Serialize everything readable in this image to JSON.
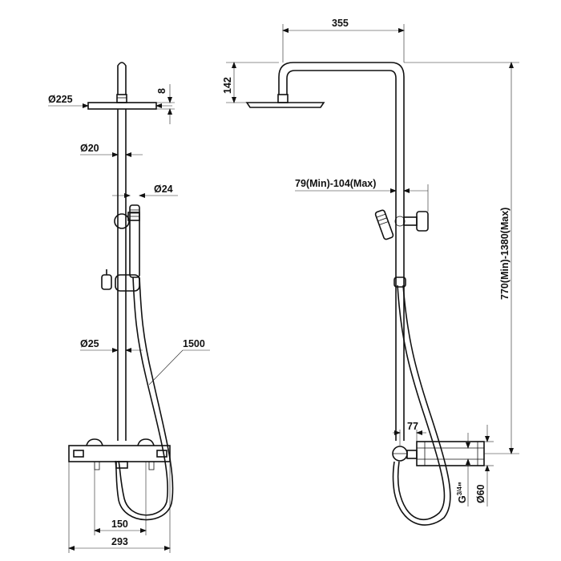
{
  "dimensions": {
    "head_diameter": "Ø225",
    "head_thickness": "8",
    "riser_diameter": "Ø20",
    "handshower_diameter": "Ø24",
    "pipe_diameter": "Ø25",
    "hose_length": "1500",
    "center_distance": "150",
    "total_width": "293",
    "arm_length": "355",
    "head_height": "142",
    "bracket_offset": "79(Min)-104(Max)",
    "total_height": "770(Min)-1380(Max)",
    "valve_offset": "77",
    "connection_thread": "G",
    "connection_thread_sup": "3/4",
    "connection_thread_suffix": "\"",
    "connection_diameter": "Ø60"
  }
}
